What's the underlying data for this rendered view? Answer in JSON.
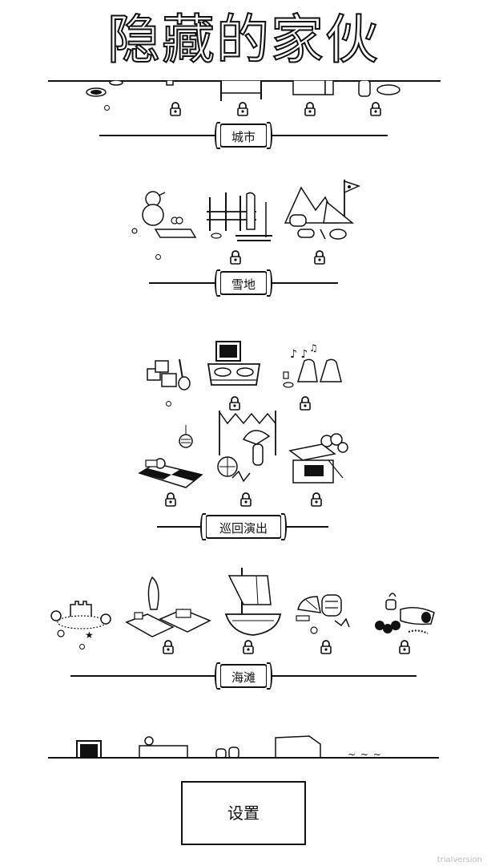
{
  "app": {
    "title": "隐藏的家伙"
  },
  "sections": [
    {
      "id": "city",
      "label": "城市"
    },
    {
      "id": "snow",
      "label": "雪地"
    },
    {
      "id": "tour",
      "label": "巡回演出"
    },
    {
      "id": "beach",
      "label": "海滩"
    }
  ],
  "settings": {
    "label": "设置"
  },
  "watermark": "trialversion",
  "icons": {
    "lock": "lock-icon",
    "dot": "progress-dot"
  }
}
